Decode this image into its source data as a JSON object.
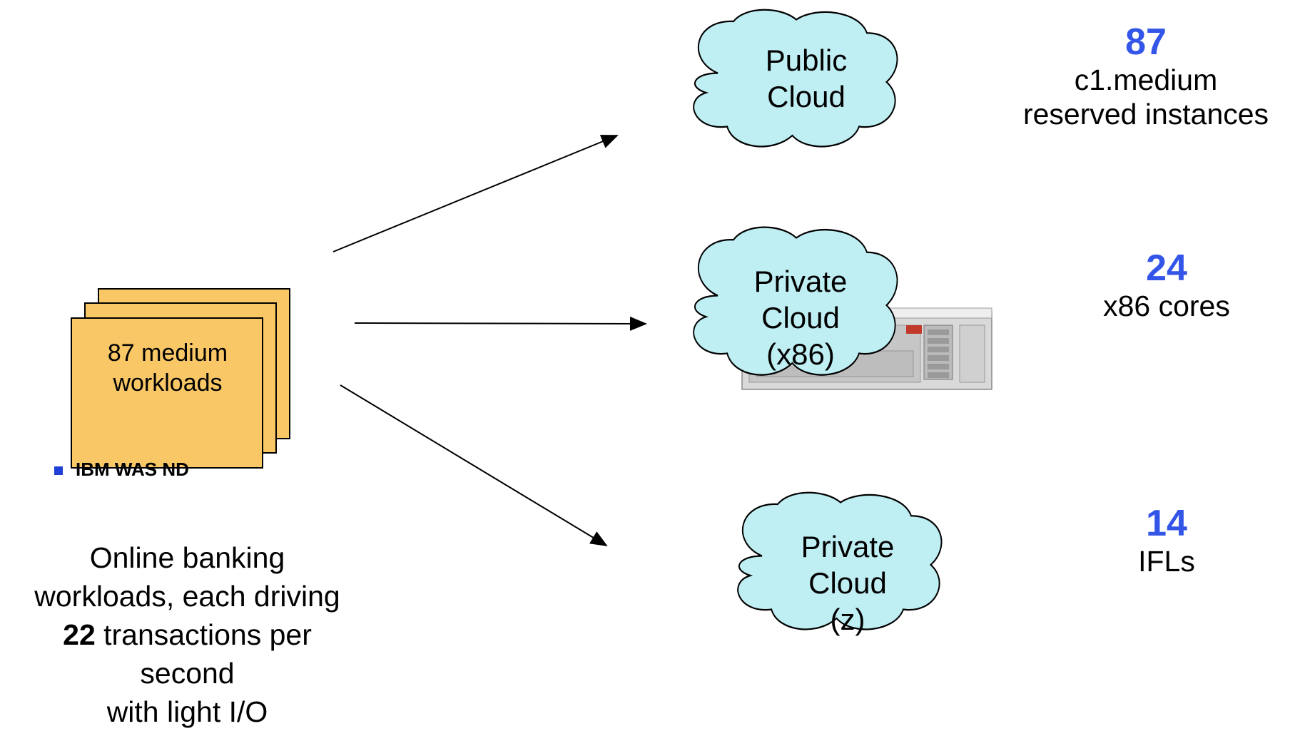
{
  "workloads": {
    "card_label": "87 medium workloads",
    "bullet_text": "IBM WAS ND",
    "desc_line1": "Online banking",
    "desc_line2": "workloads, each driving",
    "desc_count": "22",
    "desc_line3_rest": " transactions per",
    "desc_line4": "second",
    "desc_line5": "with light I/O"
  },
  "clouds": [
    {
      "line1": "Public",
      "line2": "Cloud",
      "line3": ""
    },
    {
      "line1": "Private",
      "line2": "Cloud",
      "line3": "(x86)"
    },
    {
      "line1": "Private",
      "line2": "Cloud",
      "line3": "(z)"
    }
  ],
  "results": [
    {
      "number": "87",
      "line1": "c1.medium",
      "line2": "reserved instances"
    },
    {
      "number": "24",
      "line1": "x86 cores",
      "line2": ""
    },
    {
      "number": "14",
      "line1": "IFLs",
      "line2": ""
    }
  ],
  "colors": {
    "card_fill": "#f9c766",
    "cloud_fill": "#bfeef3",
    "number_color": "#3355e8",
    "bullet_color": "#1f3fd6"
  },
  "icons": [
    "server-icon"
  ]
}
